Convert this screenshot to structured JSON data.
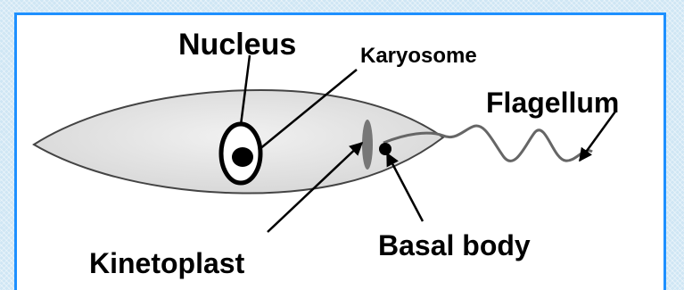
{
  "diagram": {
    "labels": {
      "nucleus": "Nucleus",
      "karyosome": "Karyosome",
      "flagellum": "Flagellum",
      "kinetoplast": "Kinetoplast",
      "basal_body": "Basal body"
    },
    "colors": {
      "border": "#1e90ff",
      "background": "#cfe6f4",
      "cell_fill": "#e4e4e4",
      "cell_outline": "#444444",
      "kinetoplast": "#777777",
      "ink": "#000000"
    }
  }
}
